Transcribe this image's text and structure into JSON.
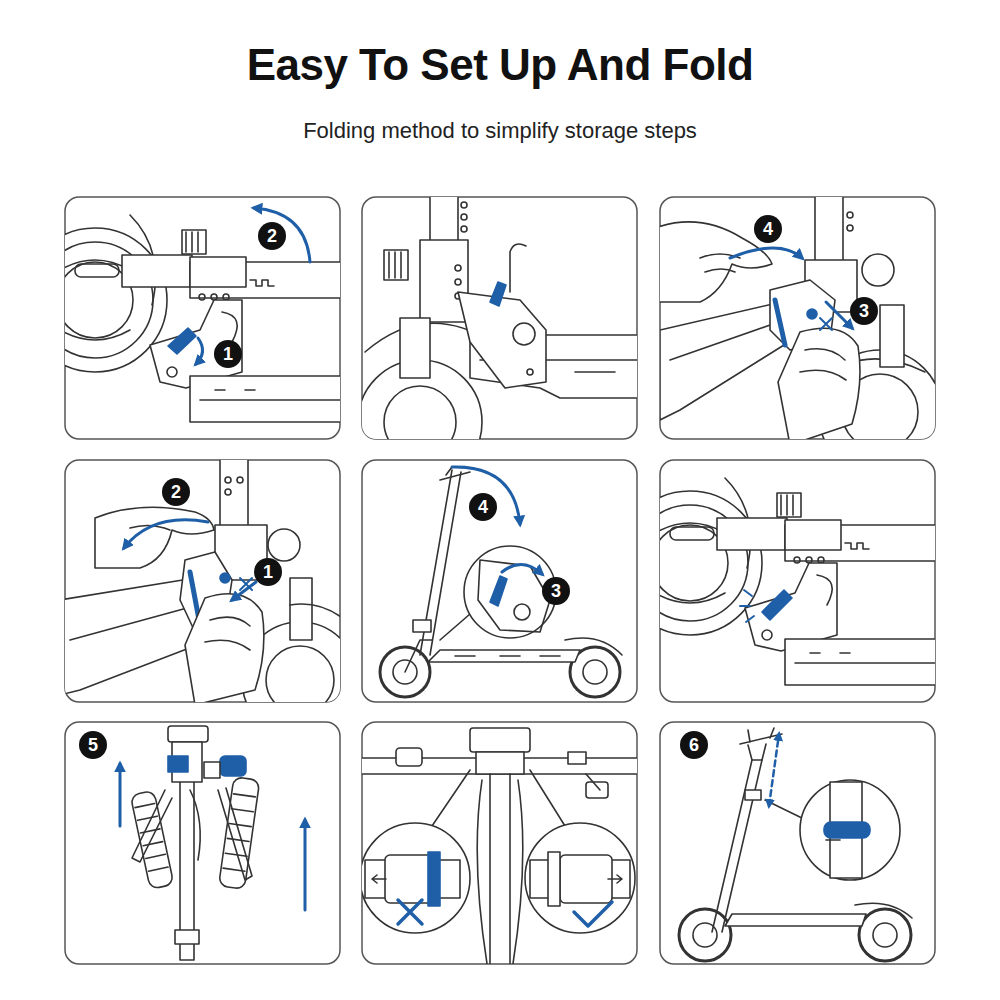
{
  "diagram": {
    "title": "Easy To Set Up And Fold",
    "caption": "Folding method to simplify storage steps",
    "labels": [
      "2",
      "1",
      "4",
      "3",
      "2",
      "1",
      "4",
      "3",
      "5",
      "6"
    ]
  }
}
